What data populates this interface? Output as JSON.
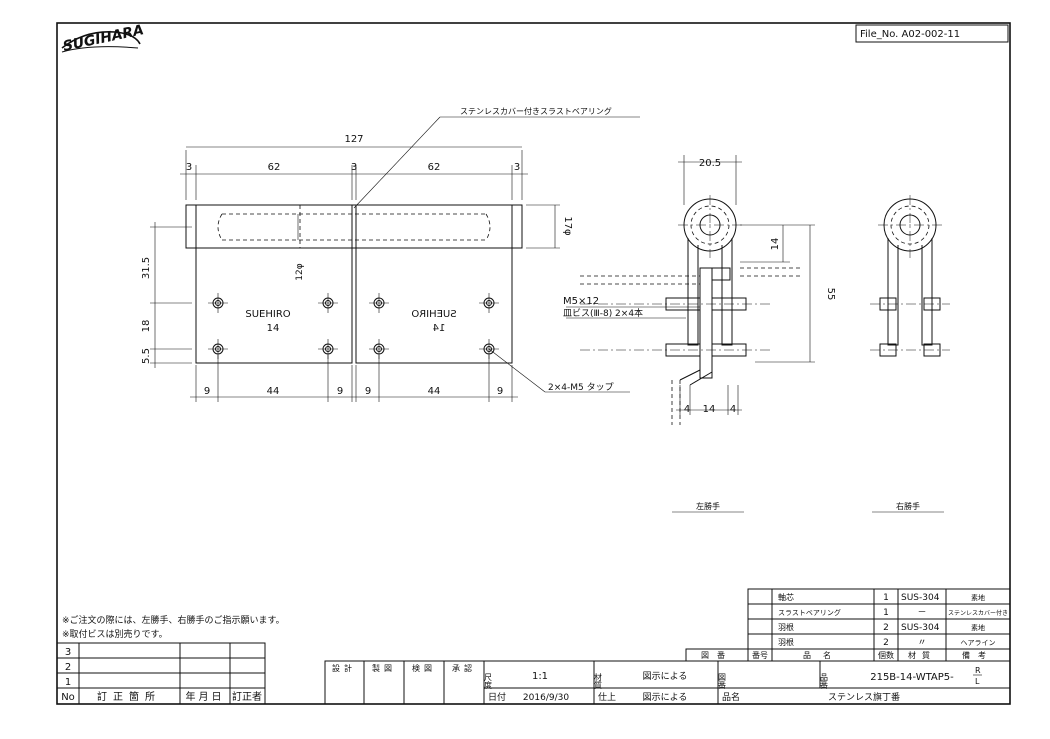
{
  "file_no": "File_No. A02-002-11",
  "logo_text": "SUGIHARA",
  "callouts": {
    "bearing": "ステンレスカバー付きスラストベアリング",
    "tap": "2×4-M5 タップ",
    "screw_size": "M5×12",
    "screw_desc": "皿ビス(Ⅲ-8) 2×4本"
  },
  "dimensions": {
    "total_width": "127",
    "end_gap_left": "3",
    "leaf_width_left": "62",
    "mid_gap": "3",
    "leaf_width_right": "62",
    "end_gap_right": "3",
    "knuckle_dia": "17φ",
    "pin_dia": "12φ",
    "height_top": "31.5",
    "hole_pitch_v": "18",
    "height_bottom": "5.5",
    "hole_edge_l1": "9",
    "hole_pitch_h_l": "44",
    "hole_edge_l2": "9",
    "hole_edge_r1": "9",
    "hole_pitch_h_r": "44",
    "hole_edge_r2": "9",
    "side_width": "20.5",
    "side_offset": "14",
    "side_height": "55",
    "side_bottom_a": "4",
    "side_bottom_b": "14",
    "side_bottom_c": "4"
  },
  "leaf_marks": {
    "left_brand": "SUEHIRO",
    "left_size": "14",
    "right_brand": "SUEHIRO",
    "right_size": "14"
  },
  "views": {
    "left_hand": "左勝手",
    "right_hand": "右勝手"
  },
  "notes": [
    "※ご注文の際には、左勝手、右勝手のご指示願います。",
    "※取付ビスは別売りです。"
  ],
  "parts": {
    "rows": [
      {
        "name": "軸芯",
        "qty": "1",
        "material": "SUS-304",
        "remark": "素地"
      },
      {
        "name": "スラストベアリング",
        "qty": "1",
        "material": "－",
        "remark": "ステンレスカバー付き"
      },
      {
        "name": "羽根",
        "qty": "2",
        "material": "SUS-304",
        "remark": "素地"
      },
      {
        "name": "羽根",
        "qty": "2",
        "material": "〃",
        "remark": "ヘアライン"
      }
    ],
    "header": {
      "zuban": "図番",
      "number": "番号",
      "name": "品名",
      "qty": "個数",
      "material": "材質",
      "remark": "備考"
    }
  },
  "revision": {
    "rows": [
      "3",
      "2",
      "1"
    ],
    "header": {
      "no": "No",
      "place": "訂正箇所",
      "date": "年月日",
      "person": "訂正者"
    }
  },
  "title_block": {
    "design": "設計",
    "draft": "製図",
    "check": "検図",
    "approve": "承認",
    "scale_label": "尺度",
    "scale": "1:1",
    "date_label": "日付",
    "date": "2016/9/30",
    "material_label": "材質",
    "material": "図示による",
    "finish_label": "仕上",
    "finish": "図示による",
    "drawing_label": "図番",
    "product_no_label": "品番",
    "product_no": "215B-14-WTAP5-",
    "product_suffix_top": "R",
    "product_suffix_bottom": "L",
    "product_name_label": "品名",
    "product_name": "ステンレス旗丁番"
  }
}
